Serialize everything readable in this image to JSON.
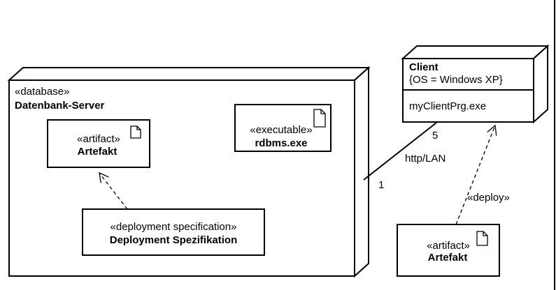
{
  "server": {
    "stereotype": "«database»",
    "name": "Datenbank-Server"
  },
  "artifact_inner": {
    "stereotype": "«artifact»",
    "name": "Artefakt"
  },
  "executable": {
    "stereotype": "«executable»",
    "name": "rdbms.exe"
  },
  "deployment_spec": {
    "stereotype": "«deployment specification»",
    "name": "Deployment Spezifikation"
  },
  "client": {
    "name": "Client",
    "property": "{OS = Windows XP}",
    "item": "myClientPrg.exe"
  },
  "artifact_outer": {
    "stereotype": "«artifact»",
    "name": "Artefakt"
  },
  "association": {
    "label": "http/LAN",
    "multiplicity_client": "5",
    "multiplicity_server": "1"
  },
  "deploy_dependency": {
    "label": "«deploy»"
  }
}
